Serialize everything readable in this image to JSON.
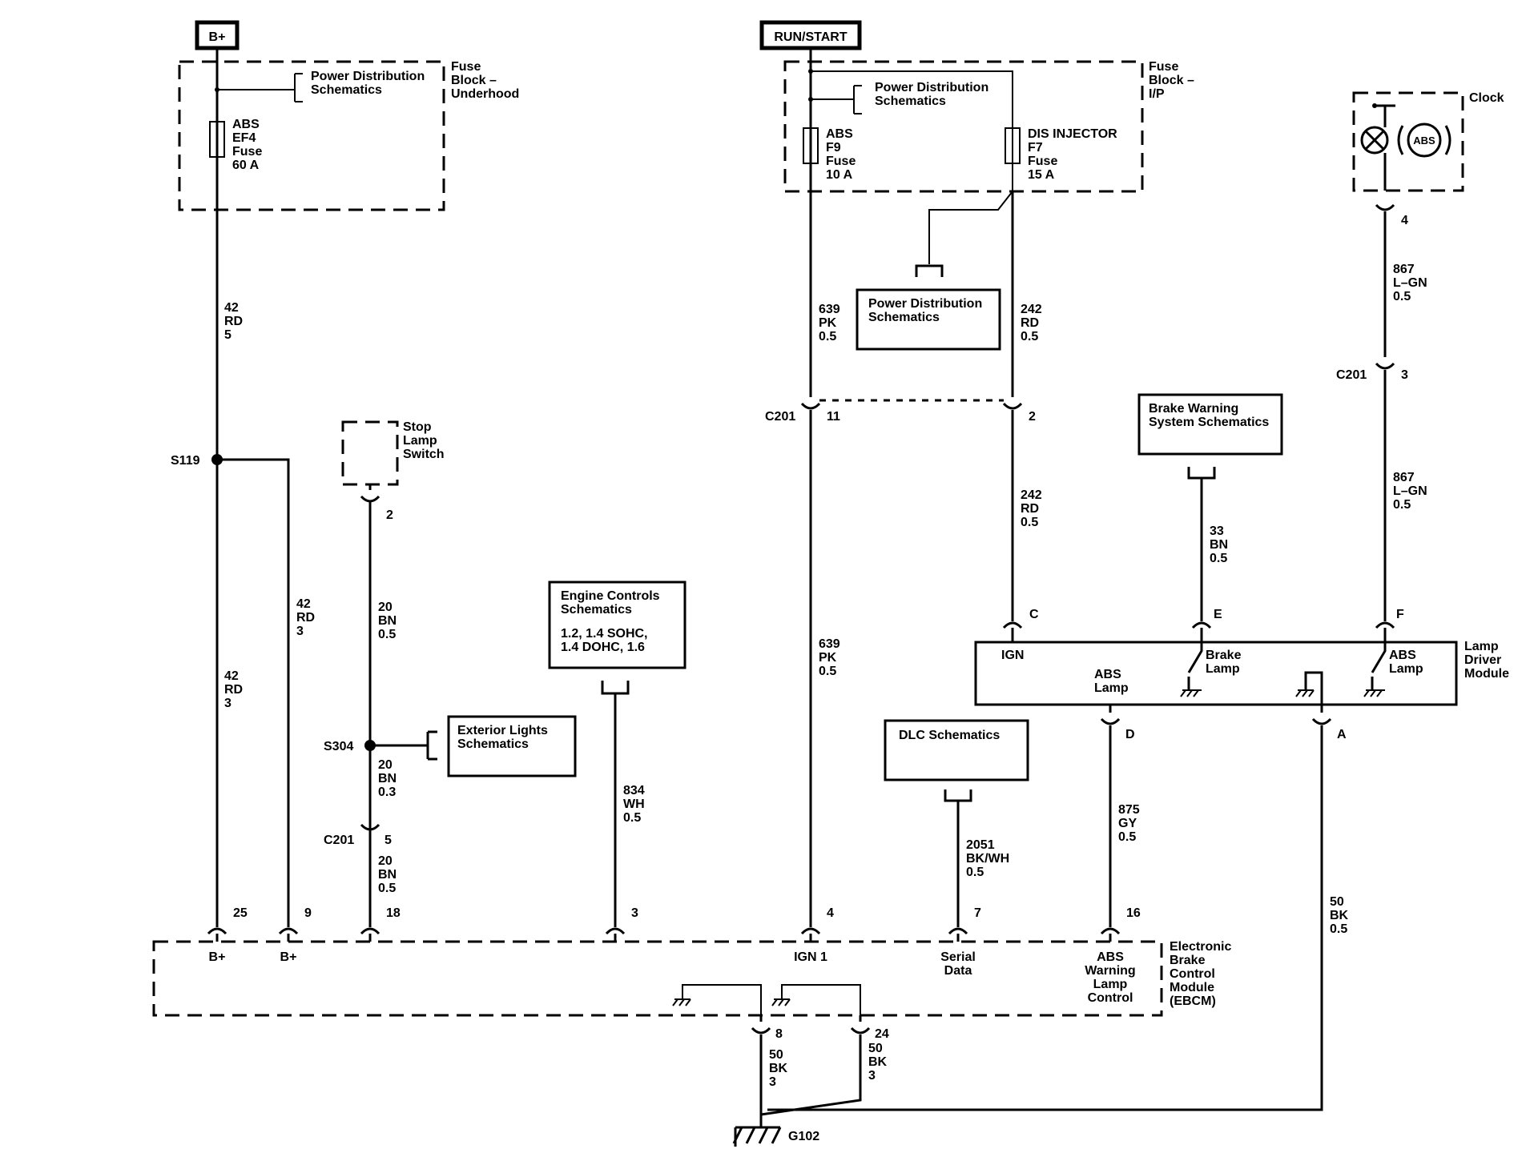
{
  "sources": {
    "bplus": "B+",
    "run_start": "RUN/START"
  },
  "fuse_block_underhood": {
    "label": [
      "Fuse",
      "Block –",
      "Underhood"
    ],
    "pds_ref": [
      "Power Distribution",
      "Schematics"
    ],
    "fuse": [
      "ABS",
      "EF4",
      "Fuse",
      "60 A"
    ]
  },
  "fuse_block_ip": {
    "label": [
      "Fuse",
      "Block –",
      "I/P"
    ],
    "pds_ref": [
      "Power Distribution",
      "Schematics"
    ],
    "fuse_abs": [
      "ABS",
      "F9",
      "Fuse",
      "10 A"
    ],
    "fuse_dis": [
      "DIS INJECTOR",
      "F7",
      "Fuse",
      "15 A"
    ]
  },
  "pds_box": [
    "Power Distribution",
    "Schematics"
  ],
  "clock": {
    "label": "Clock",
    "lamp_text": "ABS"
  },
  "brake_warning_box": [
    "Brake Warning",
    "System Schematics"
  ],
  "engine_controls_box": [
    "Engine Controls",
    "Schematics",
    "1.2, 1.4 SOHC,",
    "1.4 DOHC, 1.6"
  ],
  "exterior_lights_box": [
    "Exterior Lights",
    "Schematics"
  ],
  "dlc_box": [
    "DLC Schematics"
  ],
  "stop_lamp_switch": [
    "Stop",
    "Lamp",
    "Switch"
  ],
  "lamp_driver": {
    "label": [
      "Lamp",
      "Driver",
      "Module"
    ],
    "ign": "IGN",
    "abs_lamp": [
      "ABS",
      "Lamp"
    ],
    "brake_lamp": [
      "Brake",
      "Lamp"
    ],
    "abs_lamp_right": [
      "ABS",
      "Lamp"
    ]
  },
  "ebcm": {
    "label": [
      "Electronic",
      "Brake",
      "Control",
      "Module",
      "(EBCM)"
    ],
    "pins": {
      "bplus1": "B+",
      "bplus2": "B+",
      "ign1": "IGN 1",
      "serial": [
        "Serial",
        "Data"
      ],
      "abs_warn": [
        "ABS",
        "Warning",
        "Lamp",
        "Control"
      ]
    }
  },
  "splices": {
    "s119": "S119",
    "s304": "S304"
  },
  "connectors": {
    "c201": "C201"
  },
  "ground": "G102",
  "wires": {
    "w42_rd_5": [
      "42",
      "RD",
      "5"
    ],
    "w42_rd_3a": [
      "42",
      "RD",
      "3"
    ],
    "w42_rd_3b": [
      "42",
      "RD",
      "3"
    ],
    "w20_bn_05a": [
      "20",
      "BN",
      "0.5"
    ],
    "w20_bn_03": [
      "20",
      "BN",
      "0.3"
    ],
    "w20_bn_05b": [
      "20",
      "BN",
      "0.5"
    ],
    "w834": [
      "834",
      "WH",
      "0.5"
    ],
    "w639_a": [
      "639",
      "PK",
      "0.5"
    ],
    "w639_b": [
      "639",
      "PK",
      "0.5"
    ],
    "w242_a": [
      "242",
      "RD",
      "0.5"
    ],
    "w242_b": [
      "242",
      "RD",
      "0.5"
    ],
    "w2051": [
      "2051",
      "BK/WH",
      "0.5"
    ],
    "w875": [
      "875",
      "GY",
      "0.5"
    ],
    "w33": [
      "33",
      "BN",
      "0.5"
    ],
    "w867_a": [
      "867",
      "L–GN",
      "0.5"
    ],
    "w867_b": [
      "867",
      "L–GN",
      "0.5"
    ],
    "w50_a": [
      "50",
      "BK",
      "0.5"
    ],
    "w50_b": [
      "50",
      "BK",
      "3"
    ],
    "w50_c": [
      "50",
      "BK",
      "3"
    ]
  },
  "pins": {
    "p25": "25",
    "p9": "9",
    "p18": "18",
    "p3": "3",
    "p4": "4",
    "p7": "7",
    "p16": "16",
    "p8": "8",
    "p24": "24",
    "p2_stop": "2",
    "p5_c201": "5",
    "p11_c201": "11",
    "p2_c201": "2",
    "p3_c201": "3",
    "p4_clock": "4",
    "pC": "C",
    "pE": "E",
    "pF": "F",
    "pD": "D",
    "pA": "A"
  }
}
